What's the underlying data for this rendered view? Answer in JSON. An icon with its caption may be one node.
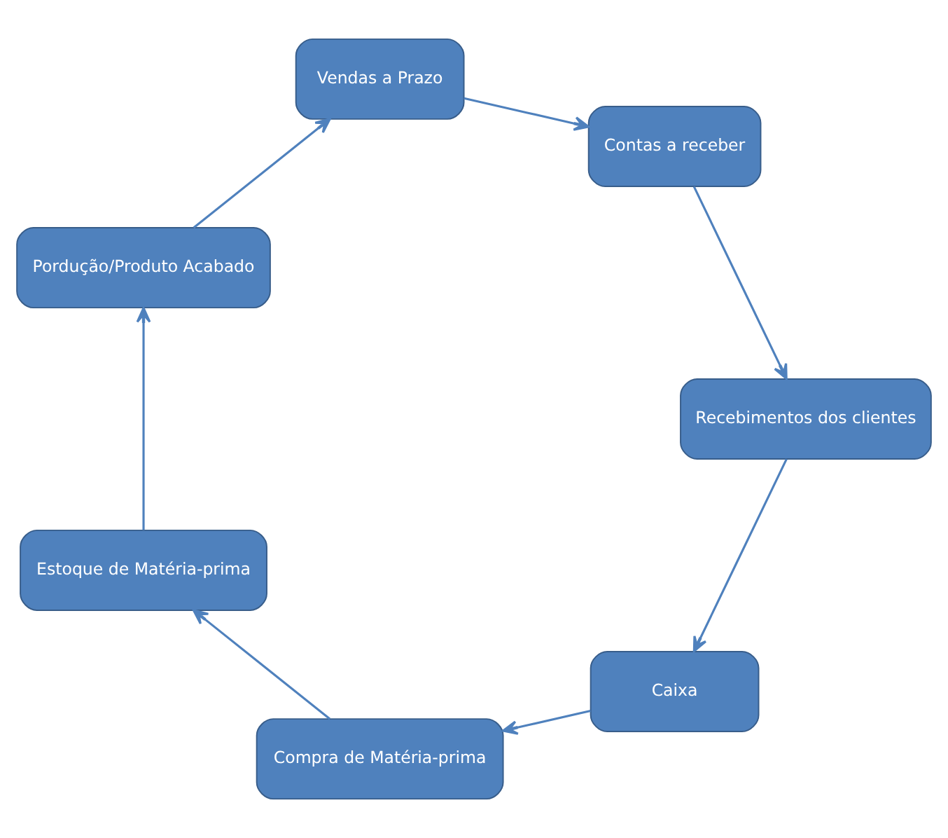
{
  "diagram": {
    "nodes": [
      {
        "text": [
          "Caixa"
        ]
      },
      {
        "text": [
          "Compra de Matéria-prima"
        ]
      },
      {
        "text": [
          "Estoque de Matéria-prima"
        ]
      },
      {
        "text": [
          "Pordução/Produto Acabado"
        ]
      },
      {
        "text": [
          "Vendas a Prazo"
        ]
      },
      {
        "text": [
          "Contas a receber"
        ]
      },
      {
        "text": [
          "Recebimentos dos clientes"
        ]
      }
    ],
    "edges": [
      {
        "from": 0,
        "to": 1,
        "arrow": "to"
      },
      {
        "from": 1,
        "to": 2,
        "arrow": "to"
      },
      {
        "from": 2,
        "to": 3,
        "arrow": "to"
      },
      {
        "from": 3,
        "to": 4,
        "arrow": "to"
      },
      {
        "from": 4,
        "to": 5,
        "arrow": "to"
      },
      {
        "from": 5,
        "to": 6,
        "arrow": "to"
      },
      {
        "from": 6,
        "to": 0,
        "arrow": "to"
      }
    ]
  }
}
